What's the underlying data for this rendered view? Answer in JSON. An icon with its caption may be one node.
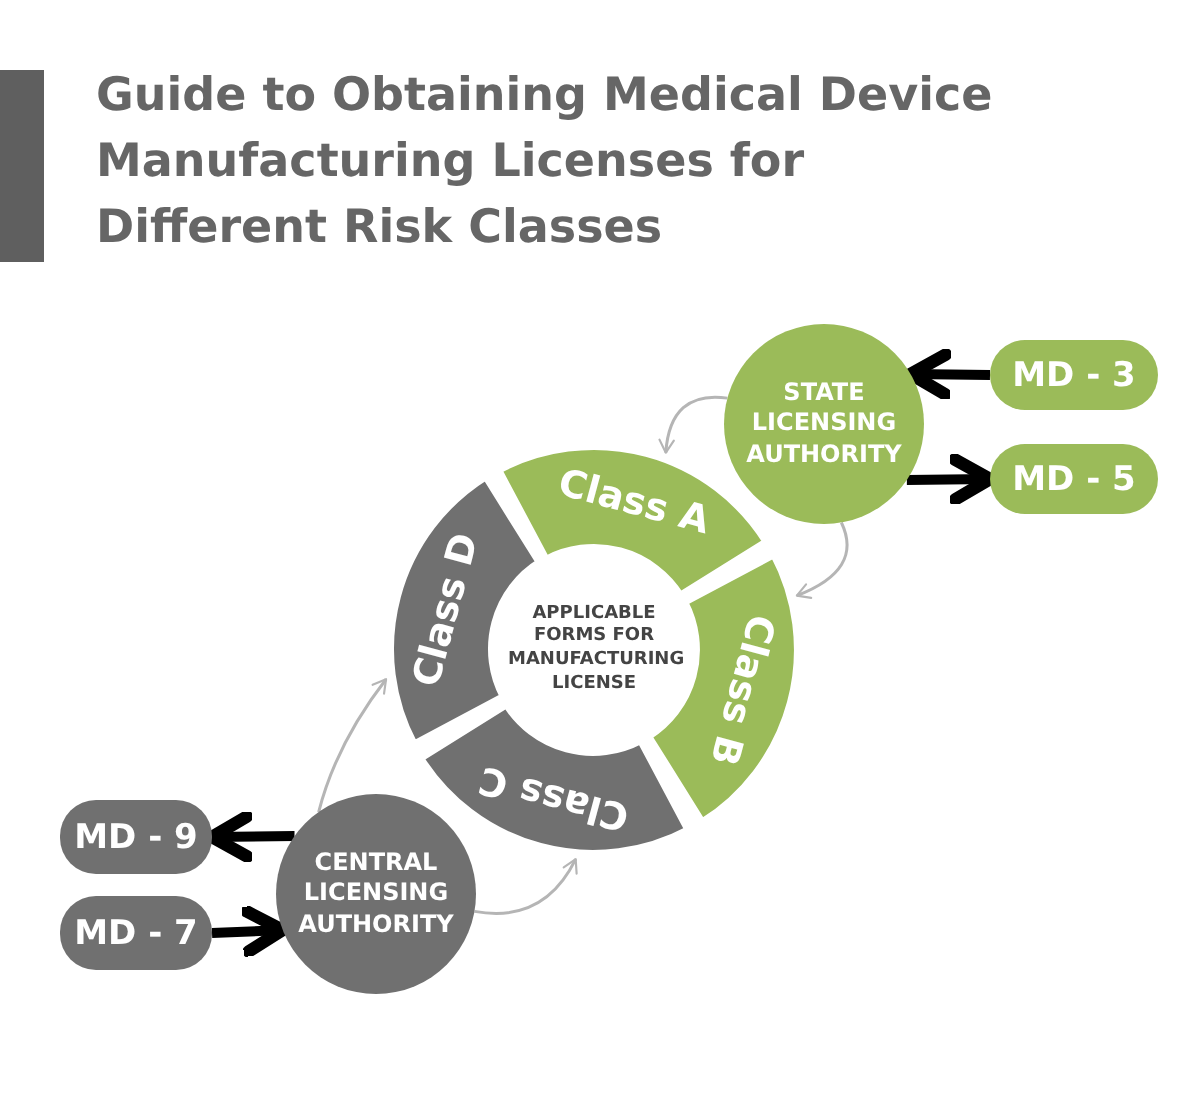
{
  "diagram": {
    "title": "Guide to Obtaining Medical Device Manufacturing Licenses for Different Risk Classes",
    "nodes": [
      {
        "text": [
          "STATE LICENSING AUTHORITY"
        ]
      },
      {
        "text": [
          "MD - 3"
        ]
      },
      {
        "text": [
          "MD - 5"
        ]
      },
      {
        "text": [
          "Class A"
        ]
      },
      {
        "text": [
          "Class B"
        ]
      },
      {
        "text": [
          "Class C"
        ]
      },
      {
        "text": [
          "Class D"
        ]
      },
      {
        "text": [
          "APPLICABLE FORMS FOR MANUFACTURING LICENSE"
        ]
      },
      {
        "text": [
          "CENTRAL LICENSING AUTHORITY"
        ]
      },
      {
        "text": [
          "MD - 9"
        ]
      },
      {
        "text": [
          "MD - 7"
        ]
      }
    ],
    "edges": [
      {
        "from": 1,
        "to": 0,
        "arrow": "to",
        "style": "thick"
      },
      {
        "from": 0,
        "to": 2,
        "arrow": "to",
        "style": "thick"
      },
      {
        "from": 8,
        "to": 9,
        "arrow": "to",
        "style": "thick"
      },
      {
        "from": 10,
        "to": 8,
        "arrow": "to",
        "style": "thick"
      },
      {
        "from": 0,
        "to": 3,
        "arrow": "to",
        "color": "#b5b5b5"
      },
      {
        "from": 0,
        "to": 4,
        "arrow": "to",
        "color": "#b5b5b5"
      },
      {
        "from": 8,
        "to": 5,
        "arrow": "to",
        "color": "#b5b5b5"
      },
      {
        "from": 8,
        "to": 6,
        "arrow": "to",
        "color": "#b5b5b5"
      }
    ]
  }
}
